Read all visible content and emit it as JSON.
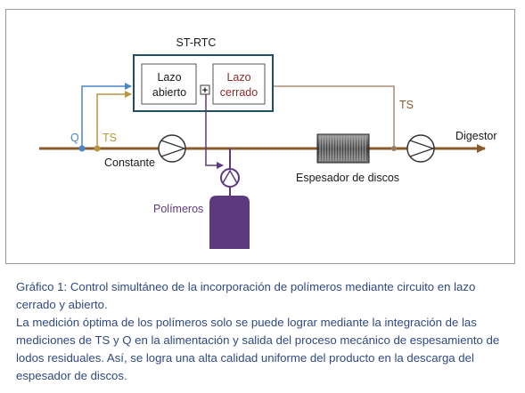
{
  "diagram": {
    "controller_title": "ST-RTC",
    "open_loop_label": [
      "Lazo",
      "abierto"
    ],
    "closed_loop_label": [
      "Lazo",
      "cerrado"
    ],
    "summing_symbol": "+",
    "q_label": "Q",
    "ts_in_label": "TS",
    "ts_out_label": "TS",
    "pump1_label": "Constante",
    "polymer_label": "Polímeros",
    "thickener_label": "Espesador de discos",
    "digester_label": "Digestor",
    "colors": {
      "flow_line": "#8a5a2b",
      "q_signal": "#4a86c8",
      "ts_signal": "#b89540",
      "polymer": "#5d3a7e",
      "controller_border": "#1f4e63",
      "closed_loop_text": "#8b2a2a"
    }
  },
  "caption": {
    "line1": "Gráfico 1: Control simultáneo de la incorporación de polímeros mediante circuito en lazo cerrado y abierto.",
    "line2": "La medición óptima de los polímeros solo se puede lograr mediante la integración de las mediciones de TS y Q en la alimentación y salida del proceso mecánico de espesamiento de lodos residuales. Así, se logra una alta calidad uniforme del producto en la descarga del espesador de discos."
  }
}
